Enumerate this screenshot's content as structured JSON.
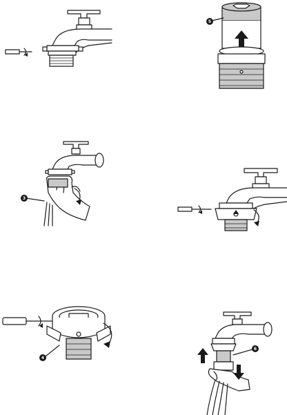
{
  "callouts": {
    "panel2": "5",
    "panel3": "3",
    "panel5": "4",
    "panel6": "6"
  },
  "colors": {
    "line": "#1a1a1a",
    "fill": "#ffffff",
    "shade": "#c9c9c9"
  }
}
